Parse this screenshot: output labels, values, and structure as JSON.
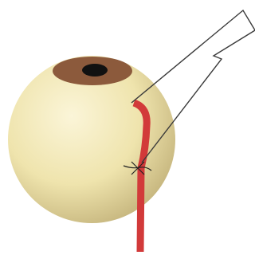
{
  "figure": {
    "parts": [
      {
        "id": "eyeball",
        "icon": "sphere"
      },
      {
        "id": "iris",
        "icon": "ring"
      },
      {
        "id": "pupil",
        "icon": "dot"
      },
      {
        "id": "muscle",
        "icon": "strip"
      },
      {
        "id": "hook",
        "icon": "hook-outline"
      },
      {
        "id": "suture",
        "icon": "cross-stitch"
      }
    ],
    "colors": {
      "background": "#ffffff",
      "eyeball_light": "#fbf5d8",
      "eyeball_mid": "#efe4ad",
      "eyeball_dark": "#c8b880",
      "iris": "#8c5a3c",
      "pupil": "#111111",
      "muscle": "#d23a3a",
      "muscle_dark": "#a82424",
      "hook_fill": "#ffffff",
      "hook_stroke": "#3a3a3a",
      "suture": "#222222"
    }
  }
}
